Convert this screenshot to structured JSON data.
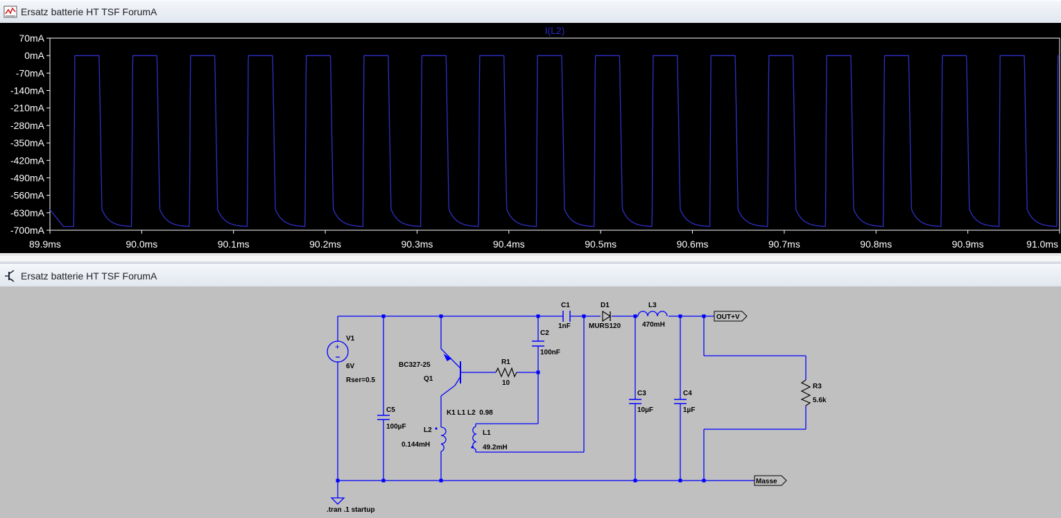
{
  "waveform_window": {
    "title": "Ersatz batterie HT TSF ForumA",
    "icon": "waveform-icon"
  },
  "schematic_window": {
    "title": "Ersatz batterie HT TSF ForumA",
    "icon": "transistor-icon"
  },
  "colors": {
    "trace": "#3030c8",
    "trace_title": "#2828c8",
    "plot_bg": "#000000",
    "axis_text": "#ffffff",
    "schematic_bg": "#c0c0c0",
    "wire": "#0000ff",
    "component_text": "#000000"
  },
  "chart_data": {
    "type": "line",
    "title": "I(L2)",
    "xlabel": "",
    "ylabel": "",
    "x_ticks": [
      "89.9ms",
      "90.0ms",
      "90.1ms",
      "90.2ms",
      "90.3ms",
      "90.4ms",
      "90.5ms",
      "90.6ms",
      "90.7ms",
      "90.8ms",
      "90.9ms",
      "91.0ms"
    ],
    "y_ticks": [
      "70mA",
      "0mA",
      "-70mA",
      "-140mA",
      "-210mA",
      "-280mA",
      "-350mA",
      "-420mA",
      "-490mA",
      "-560mA",
      "-630mA",
      "-700mA"
    ],
    "xlim": [
      89.9,
      91.0
    ],
    "ylim": [
      -700,
      70
    ],
    "x_unit": "ms",
    "y_unit": "mA",
    "grid": false,
    "series": [
      {
        "name": "I(L2)",
        "period_ms": 0.063,
        "first_rise_ms": 89.926,
        "high_duration_ms": 0.0265,
        "high_value_mA": 0,
        "fall_end_value_mA": -616,
        "trough_value_mA": -685,
        "curve_shape": "square-ish pulses: fast rise to 0mA, flat top, sharp fall then exponential decay toward trough"
      }
    ]
  },
  "schematic": {
    "components": {
      "V1": {
        "name": "V1",
        "value": "6V",
        "extra": "Rser=0.5"
      },
      "C5": {
        "name": "C5",
        "value": "100µF"
      },
      "Q1": {
        "name": "Q1",
        "model": "BC327-25"
      },
      "R1": {
        "name": "R1",
        "value": "10"
      },
      "C2": {
        "name": "C2",
        "value": "100nF"
      },
      "C1": {
        "name": "C1",
        "value": "1nF"
      },
      "D1": {
        "name": "D1",
        "model": "MURS120"
      },
      "L3": {
        "name": "L3",
        "value": "470mH"
      },
      "C3": {
        "name": "C3",
        "value": "10µF"
      },
      "C4": {
        "name": "C4",
        "value": "1µF"
      },
      "R3": {
        "name": "R3",
        "value": "5.6k"
      },
      "L2": {
        "name": "L2",
        "value": "0.144mH"
      },
      "L1": {
        "name": "L1",
        "value": "49.2mH"
      }
    },
    "coupling": "K1 L1 L2  0.98",
    "labels": {
      "out": "OUT+V",
      "ground": "Masse"
    },
    "directive": ".tran .1 startup"
  }
}
